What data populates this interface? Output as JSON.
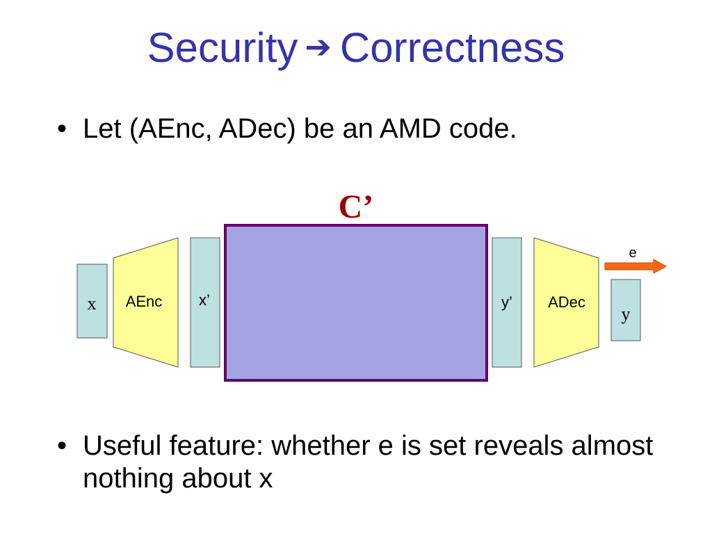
{
  "slide": {
    "title_left": "Security",
    "title_arrow": "➔",
    "title_right": "Correctness",
    "bullets": [
      "Let (AEnc, ADec) be an AMD code.",
      "Useful feature: whether e is set reveals almost nothing about x"
    ],
    "bullet_glyph": "•"
  },
  "diagram": {
    "channel_label": "C’",
    "input": "x",
    "encoder": "AEnc",
    "encoded": "x’",
    "received": "y’",
    "decoder": "ADec",
    "output": "y",
    "error_flag": "e"
  },
  "colors": {
    "title": "#3333aa",
    "channel_fill": "#a4a4e2",
    "channel_border": "#660066",
    "channel_label": "#990000",
    "box_fill": "#bde0e0",
    "codec_fill": "#ffff99",
    "arrow": "#ff6611"
  }
}
